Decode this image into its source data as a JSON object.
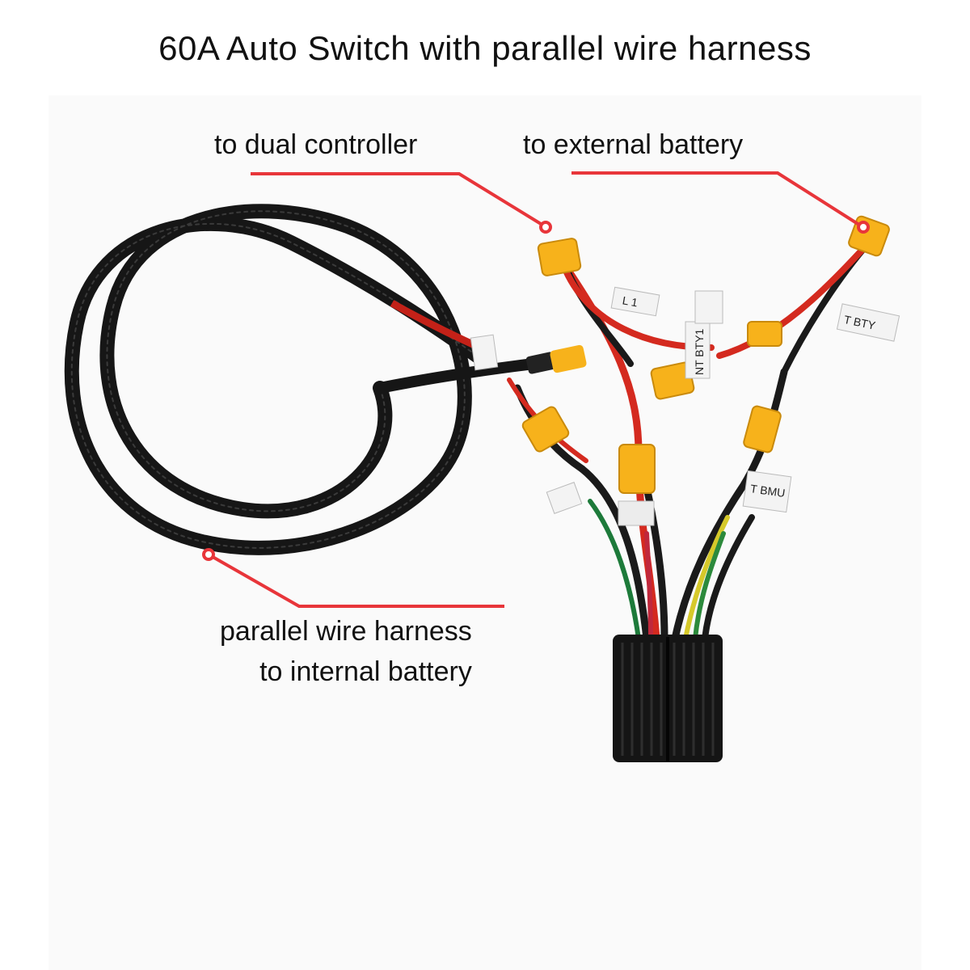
{
  "title": "60A Auto Switch with parallel wire harness",
  "callouts": {
    "dual_controller": "to dual controller",
    "external_battery": "to external battery",
    "harness_line1": "parallel wire harness",
    "harness_line2": "to internal battery"
  },
  "cable_tags": [
    "L 1",
    "NT BTY1",
    "T BTY",
    "T BMU"
  ],
  "colors": {
    "callout_line": "#e8353a",
    "connector": "#f7b21b",
    "braid": "#1a1a1a",
    "wire_red": "#d42a1f",
    "controller_body": "#151515"
  }
}
